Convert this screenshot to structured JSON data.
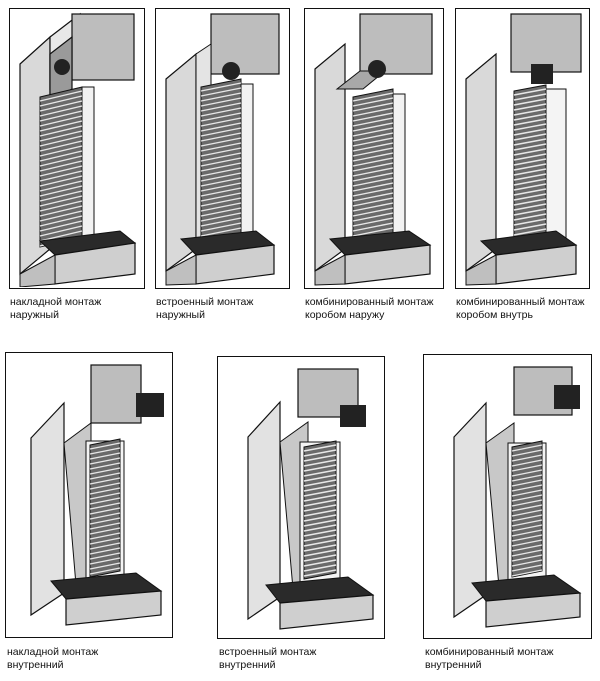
{
  "variants": [
    {
      "type": "outer",
      "mount": "overlay",
      "box": "outside",
      "caption": [
        "накладной монтаж",
        "наружный"
      ]
    },
    {
      "type": "outer",
      "mount": "built-in",
      "box": "inside",
      "caption": [
        "встроенный монтаж",
        "наружный"
      ]
    },
    {
      "type": "outer",
      "mount": "combined",
      "box": "outside",
      "caption": [
        "комбинированный монтаж",
        "коробом наружу"
      ]
    },
    {
      "type": "outer",
      "mount": "combined",
      "box": "inside",
      "caption": [
        "комбинированный монтаж",
        "коробом внутрь"
      ]
    },
    {
      "type": "inner",
      "mount": "overlay",
      "caption": [
        "накладной монтаж",
        "внутренний"
      ]
    },
    {
      "type": "inner",
      "mount": "built-in",
      "caption": [
        "встроенный монтаж",
        "внутренний"
      ]
    },
    {
      "type": "inner",
      "mount": "combined",
      "caption": [
        "комбинированный монтаж",
        "внутренний"
      ]
    }
  ],
  "colors": {
    "wall_light": "#e6e6e6",
    "wall_mid": "#cfcfcf",
    "wall_dark": "#a8a8a8",
    "box": "#bdbdbd",
    "box_dark": "#7a7a7a",
    "slats": "#555555",
    "glass": "#f4f4f4",
    "ink": "#111111"
  }
}
